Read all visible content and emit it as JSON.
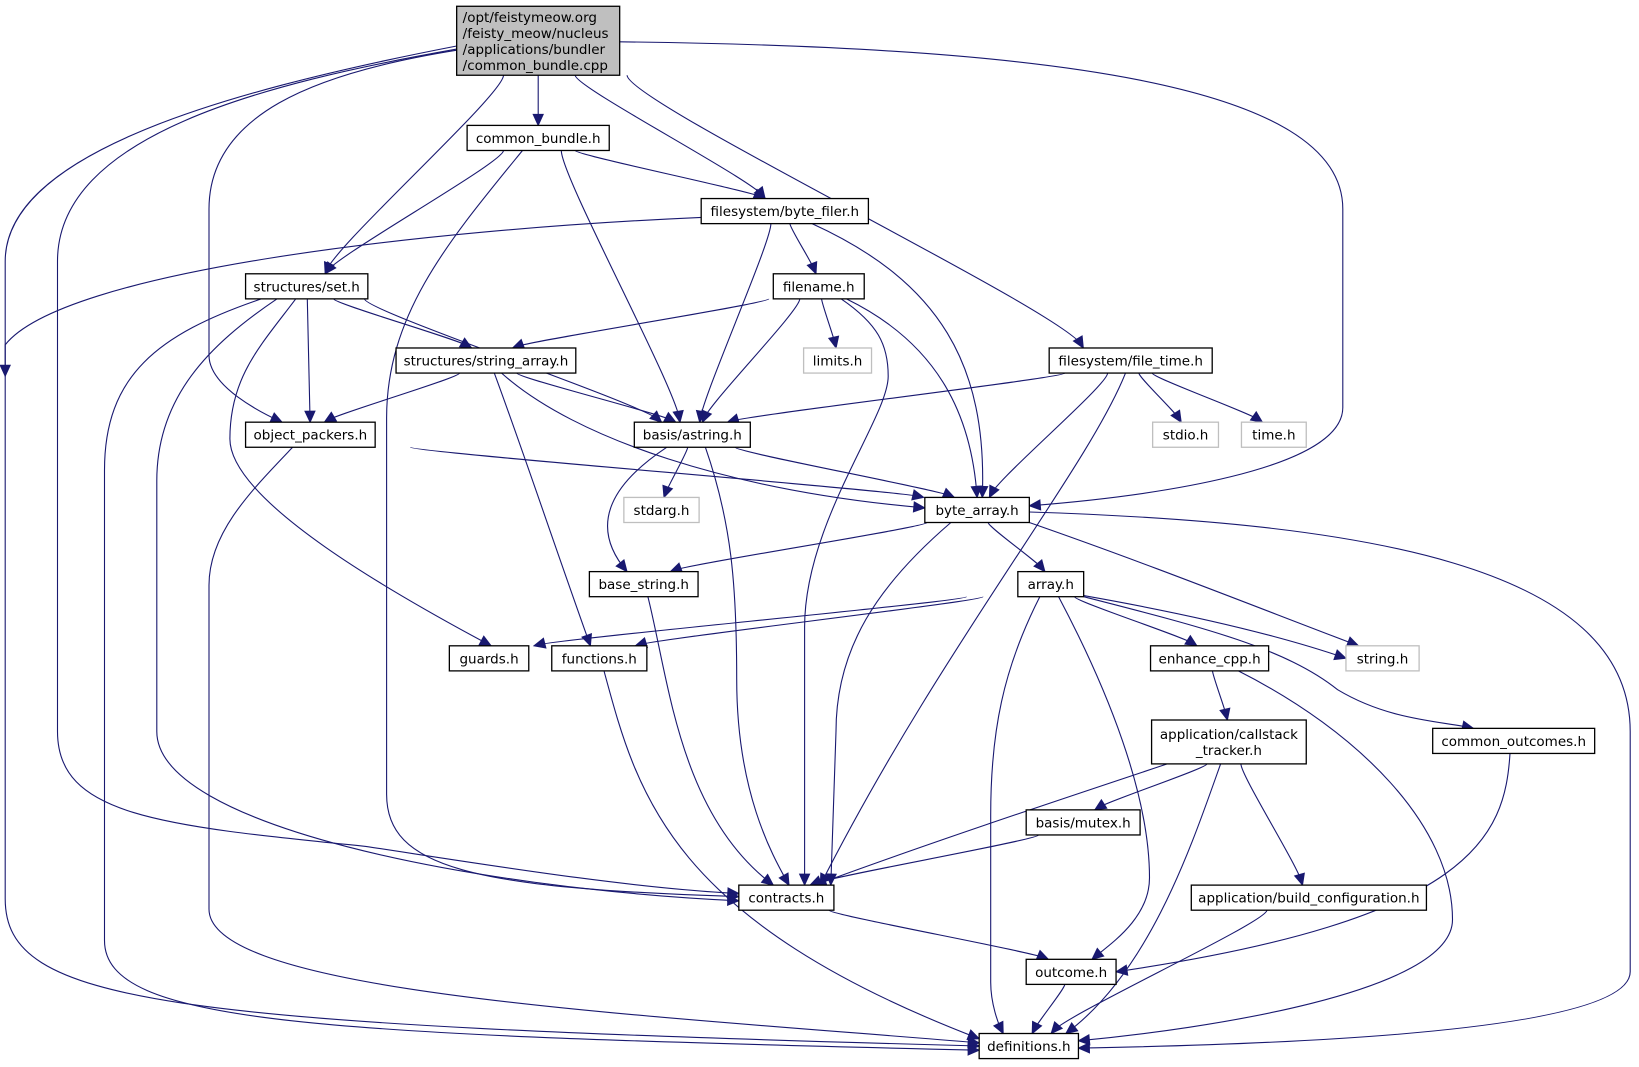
{
  "diagram": {
    "title": "Include dependency graph for common_bundle.cpp",
    "edge_color": "#191970",
    "root_fill": "#bfbfbf",
    "external_border": "#bfbfbf",
    "nodes": [
      {
        "id": "root",
        "lines": [
          "/opt/feistymeow.org",
          "/feisty_meow/nucleus",
          "/applications/bundler",
          "/common_bundle.cpp"
        ],
        "kind": "root"
      },
      {
        "id": "common_bundle_h",
        "lines": [
          "common_bundle.h"
        ],
        "kind": "local"
      },
      {
        "id": "byte_filer_h",
        "lines": [
          "filesystem/byte_filer.h"
        ],
        "kind": "local"
      },
      {
        "id": "set_h",
        "lines": [
          "structures/set.h"
        ],
        "kind": "local"
      },
      {
        "id": "filename_h",
        "lines": [
          "filename.h"
        ],
        "kind": "local"
      },
      {
        "id": "limits_h",
        "lines": [
          "limits.h"
        ],
        "kind": "external"
      },
      {
        "id": "file_time_h",
        "lines": [
          "filesystem/file_time.h"
        ],
        "kind": "local"
      },
      {
        "id": "string_array_h",
        "lines": [
          "structures/string_array.h"
        ],
        "kind": "local"
      },
      {
        "id": "object_packers_h",
        "lines": [
          "object_packers.h"
        ],
        "kind": "local"
      },
      {
        "id": "astring_h",
        "lines": [
          "basis/astring.h"
        ],
        "kind": "local"
      },
      {
        "id": "stdio_h",
        "lines": [
          "stdio.h"
        ],
        "kind": "external"
      },
      {
        "id": "time_h",
        "lines": [
          "time.h"
        ],
        "kind": "external"
      },
      {
        "id": "stdarg_h",
        "lines": [
          "stdarg.h"
        ],
        "kind": "external"
      },
      {
        "id": "byte_array_h",
        "lines": [
          "byte_array.h"
        ],
        "kind": "local"
      },
      {
        "id": "base_string_h",
        "lines": [
          "base_string.h"
        ],
        "kind": "local"
      },
      {
        "id": "array_h",
        "lines": [
          "array.h"
        ],
        "kind": "local"
      },
      {
        "id": "guards_h",
        "lines": [
          "guards.h"
        ],
        "kind": "local"
      },
      {
        "id": "functions_h",
        "lines": [
          "functions.h"
        ],
        "kind": "local"
      },
      {
        "id": "enhance_cpp_h",
        "lines": [
          "enhance_cpp.h"
        ],
        "kind": "local"
      },
      {
        "id": "string_h",
        "lines": [
          "string.h"
        ],
        "kind": "external"
      },
      {
        "id": "callstack_tracker_h",
        "lines": [
          "application/callstack",
          "_tracker.h"
        ],
        "kind": "local"
      },
      {
        "id": "common_outcomes_h",
        "lines": [
          "common_outcomes.h"
        ],
        "kind": "local"
      },
      {
        "id": "mutex_h",
        "lines": [
          "basis/mutex.h"
        ],
        "kind": "local"
      },
      {
        "id": "contracts_h",
        "lines": [
          "contracts.h"
        ],
        "kind": "local"
      },
      {
        "id": "build_configuration_h",
        "lines": [
          "application/build_configuration.h"
        ],
        "kind": "local"
      },
      {
        "id": "outcome_h",
        "lines": [
          "outcome.h"
        ],
        "kind": "local"
      },
      {
        "id": "definitions_h",
        "lines": [
          "definitions.h"
        ],
        "kind": "local"
      }
    ],
    "edges": [
      [
        "root",
        "common_bundle_h"
      ],
      [
        "root",
        "byte_filer_h"
      ],
      [
        "root",
        "set_h"
      ],
      [
        "root",
        "file_time_h"
      ],
      [
        "root",
        "object_packers_h"
      ],
      [
        "root",
        "byte_array_h"
      ],
      [
        "root",
        "contracts_h"
      ],
      [
        "root",
        "definitions_h"
      ],
      [
        "common_bundle_h",
        "set_h"
      ],
      [
        "common_bundle_h",
        "byte_filer_h"
      ],
      [
        "common_bundle_h",
        "astring_h"
      ],
      [
        "common_bundle_h",
        "contracts_h"
      ],
      [
        "byte_filer_h",
        "filename_h"
      ],
      [
        "byte_filer_h",
        "astring_h"
      ],
      [
        "byte_filer_h",
        "byte_array_h"
      ],
      [
        "byte_filer_h",
        "definitions_h"
      ],
      [
        "set_h",
        "string_array_h"
      ],
      [
        "set_h",
        "object_packers_h"
      ],
      [
        "set_h",
        "astring_h"
      ],
      [
        "set_h",
        "guards_h"
      ],
      [
        "set_h",
        "contracts_h"
      ],
      [
        "set_h",
        "definitions_h"
      ],
      [
        "filename_h",
        "string_array_h"
      ],
      [
        "filename_h",
        "astring_h"
      ],
      [
        "filename_h",
        "limits_h"
      ],
      [
        "filename_h",
        "byte_array_h"
      ],
      [
        "filename_h",
        "contracts_h"
      ],
      [
        "file_time_h",
        "astring_h"
      ],
      [
        "file_time_h",
        "byte_array_h"
      ],
      [
        "file_time_h",
        "contracts_h"
      ],
      [
        "file_time_h",
        "stdio_h"
      ],
      [
        "file_time_h",
        "time_h"
      ],
      [
        "string_array_h",
        "object_packers_h"
      ],
      [
        "string_array_h",
        "astring_h"
      ],
      [
        "string_array_h",
        "byte_array_h"
      ],
      [
        "string_array_h",
        "functions_h"
      ],
      [
        "object_packers_h",
        "byte_array_h"
      ],
      [
        "object_packers_h",
        "definitions_h"
      ],
      [
        "astring_h",
        "byte_array_h"
      ],
      [
        "astring_h",
        "stdarg_h"
      ],
      [
        "astring_h",
        "base_string_h"
      ],
      [
        "astring_h",
        "contracts_h"
      ],
      [
        "byte_array_h",
        "base_string_h"
      ],
      [
        "byte_array_h",
        "array_h"
      ],
      [
        "byte_array_h",
        "string_h"
      ],
      [
        "byte_array_h",
        "contracts_h"
      ],
      [
        "byte_array_h",
        "definitions_h"
      ],
      [
        "base_string_h",
        "contracts_h"
      ],
      [
        "array_h",
        "guards_h"
      ],
      [
        "array_h",
        "functions_h"
      ],
      [
        "array_h",
        "enhance_cpp_h"
      ],
      [
        "array_h",
        "string_h"
      ],
      [
        "array_h",
        "common_outcomes_h"
      ],
      [
        "array_h",
        "outcome_h"
      ],
      [
        "array_h",
        "definitions_h"
      ],
      [
        "functions_h",
        "definitions_h"
      ],
      [
        "enhance_cpp_h",
        "callstack_tracker_h"
      ],
      [
        "enhance_cpp_h",
        "definitions_h"
      ],
      [
        "callstack_tracker_h",
        "mutex_h"
      ],
      [
        "callstack_tracker_h",
        "contracts_h"
      ],
      [
        "callstack_tracker_h",
        "build_configuration_h"
      ],
      [
        "callstack_tracker_h",
        "definitions_h"
      ],
      [
        "common_outcomes_h",
        "outcome_h"
      ],
      [
        "mutex_h",
        "contracts_h"
      ],
      [
        "contracts_h",
        "outcome_h"
      ],
      [
        "build_configuration_h",
        "definitions_h"
      ],
      [
        "outcome_h",
        "definitions_h"
      ]
    ]
  }
}
